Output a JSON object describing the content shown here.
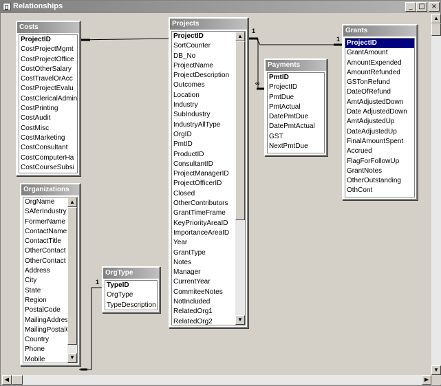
{
  "window": {
    "title": "Relationships",
    "minimize": "_",
    "maximize": "□",
    "close": "×"
  },
  "tables": {
    "costs": {
      "title": "Costs",
      "fields": [
        "ProjectID",
        "CostProjectMgmt",
        "CostProjectOffice",
        "CostOtherSalary",
        "CostTravelOrAcc",
        "CostProjectEvalu",
        "CostClericalAdmin",
        "CostPrinting",
        "CostAudit",
        "CostMisc",
        "CostMarketing",
        "CostConsultant",
        "CostComputerHa",
        "CostCourseSubsi"
      ]
    },
    "projects": {
      "title": "Projects",
      "fields": [
        "ProjectID",
        "SortCounter",
        "DB_No",
        "ProjectName",
        "ProjectDescription",
        "Outcomes",
        "Location",
        "Industry",
        "SubIndustry",
        "IndustryAllType",
        "OrgID",
        "PmtID",
        "ProductID",
        "ConsultantID",
        "ProjectManagerID",
        "ProjectOfficerID",
        "Closed",
        "OtherContributors",
        "GrantTimeFrame",
        "KeyPriorityAreaID",
        "ImportanceAreaID",
        "Year",
        "GrantType",
        "Notes",
        "Manager",
        "CurrentYear",
        "CommiteeNotes",
        "NotIncluded",
        "RelatedOrg1",
        "RelatedOrg2"
      ]
    },
    "payments": {
      "title": "Payments",
      "fields": [
        "PmtID",
        "ProjectID",
        "PmtDue",
        "PmtActual",
        "DatePmtDue",
        "DatePmtActual",
        "GST",
        "NextPmtDue"
      ]
    },
    "grants": {
      "title": "Grants",
      "fields": [
        "ProjectID",
        "GrantAmount",
        "AmountExpended",
        "AmountRefunded",
        "GSTonRefund",
        "DateOfRefund",
        "AmtAdjustedDown",
        "Date AdjustedDown",
        "AmtAdjustedUp",
        "DateAdjustedUp",
        "FinalAmountSpent",
        "Accrued",
        "FlagForFollowUp",
        "GrantNotes",
        "OtherOutstanding",
        "OthCont"
      ]
    },
    "organizations": {
      "title": "Organizations",
      "fields": [
        "OrgName",
        "SAferIndustry",
        "FormerName",
        "ContactName",
        "ContactTitle",
        "OtherContact",
        "OtherContact",
        "Address",
        "City",
        "State",
        "Region",
        "PostalCode",
        "MailingAddress",
        "MailingPostalC",
        "Country",
        "Phone",
        "Mobile"
      ]
    },
    "orgtype": {
      "title": "OrgType",
      "fields": [
        "TypeID",
        "OrgType",
        "TypeDescription"
      ]
    }
  },
  "relationships": {
    "one_a": "1",
    "one_b": "1",
    "inf": "∞",
    "one_c": "1"
  }
}
